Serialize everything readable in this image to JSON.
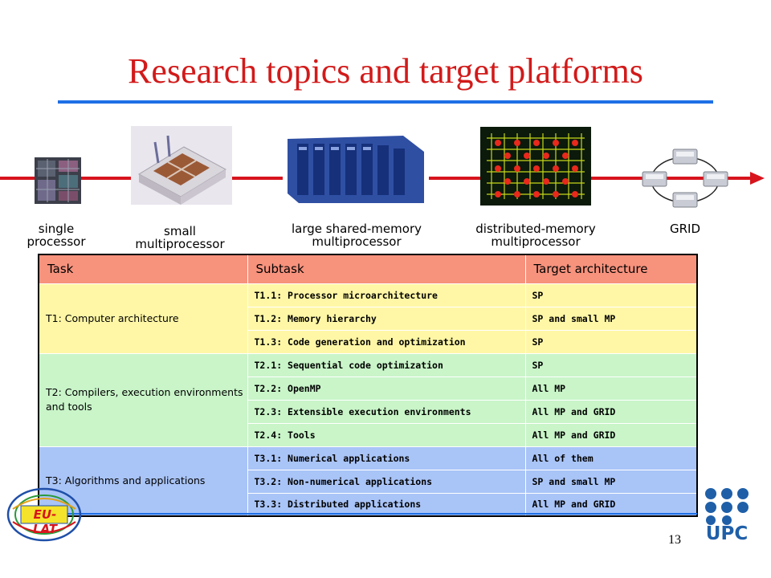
{
  "slide": {
    "title": "Research topics and target platforms",
    "page_number": "13"
  },
  "platforms": [
    {
      "label": "single\nprocessor",
      "icon": "chip-icon"
    },
    {
      "label": "small\nmultiprocessor",
      "icon": "multiprocessor-board-icon"
    },
    {
      "label": "large shared-memory\nmultiprocessor",
      "icon": "server-rack-icon"
    },
    {
      "label": "distributed-memory\nmultiprocessor",
      "icon": "mesh-network-icon"
    },
    {
      "label": "GRID",
      "icon": "grid-network-icon"
    }
  ],
  "table": {
    "headers": [
      "Task",
      "Subtask",
      "Target architecture"
    ],
    "groups": [
      {
        "task": "T1: Computer architecture",
        "rows": [
          {
            "subtask": "T1.1: Processor microarchitecture",
            "target": "SP"
          },
          {
            "subtask": "T1.2: Memory hierarchy",
            "target": "SP and small MP"
          },
          {
            "subtask": "T1.3: Code generation and optimization",
            "target": "SP"
          }
        ]
      },
      {
        "task": "T2: Compilers, execution environments and tools",
        "rows": [
          {
            "subtask": "T2.1: Sequential code optimization",
            "target": "SP"
          },
          {
            "subtask": "T2.2: OpenMP",
            "target": "All MP"
          },
          {
            "subtask": "T2.3: Extensible execution environments",
            "target": "All MP and GRID"
          },
          {
            "subtask": "T2.4: Tools",
            "target": "All MP and GRID"
          }
        ]
      },
      {
        "task": "T3: Algorithms and applications",
        "rows": [
          {
            "subtask": "T3.1: Numerical applications",
            "target": "All of them"
          },
          {
            "subtask": "T3.2: Non-numerical applications",
            "target": "SP and small MP"
          },
          {
            "subtask": "T3.3: Distributed applications",
            "target": "All MP and GRID"
          }
        ]
      }
    ]
  },
  "logos": {
    "left": "EU-LAT",
    "right": "UPC"
  },
  "colors": {
    "title": "#d21a1a",
    "rule": "#1e6fe6",
    "arrow": "#d8141d",
    "header": "#f7927d",
    "t1": "#fff7a6",
    "t2": "#c9f5c9",
    "t3": "#a9c4f7",
    "upc": "#1f5fa8"
  }
}
